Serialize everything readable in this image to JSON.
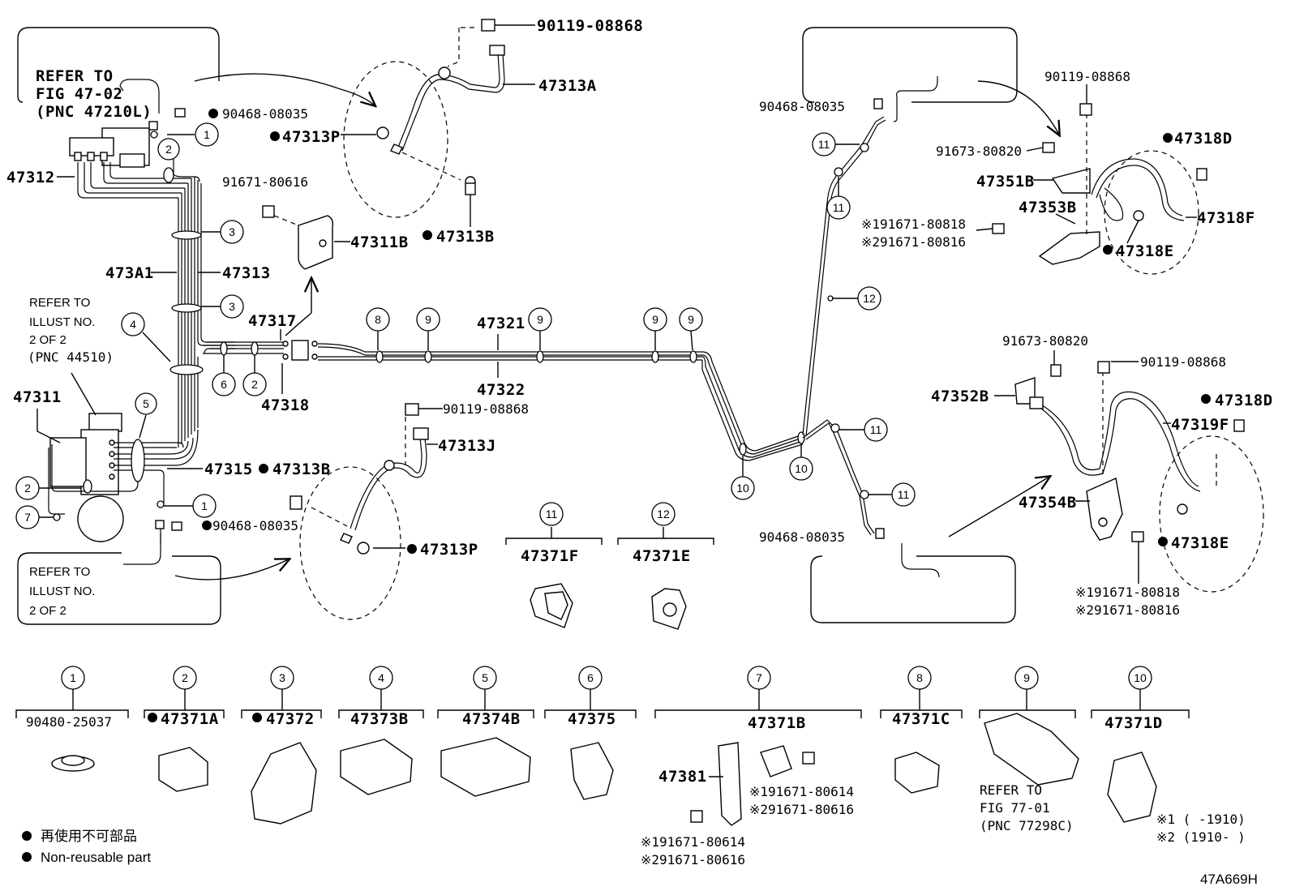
{
  "diagram_id": "47A669H",
  "refs": {
    "fig_47_02": [
      "REFER TO",
      "FIG 47-02",
      "(PNC 47210L)"
    ],
    "illust_44510": [
      "REFER TO",
      "ILLUST NO.",
      "2 OF 2",
      "(PNC 44510)"
    ],
    "illust_2of2": [
      "REFER TO",
      "ILLUST NO.",
      "2 OF 2"
    ],
    "fig_77_01": [
      "REFER TO",
      "FIG 77-01",
      "(PNC 77298C)"
    ]
  },
  "parts": {
    "p47312": "47312",
    "p90468_a": "90468-08035",
    "p90468_b": "90468-08035",
    "p90468_c": "90468-08035",
    "p90468_d": "90468-08035",
    "p90119_a": "90119-08868",
    "p90119_b": "90119-08868",
    "p90119_c": "90119-08868",
    "p90119_d": "90119-08868",
    "p47313A": "47313A",
    "p47313P_a": "47313P",
    "p47313P_b": "47313P",
    "p47313B_a": "47313B",
    "p47313B_b": "47313B",
    "p91671_80616": "91671-80616",
    "p47311B": "47311B",
    "p473A1": "473A1",
    "p47313": "47313",
    "p47317": "47317",
    "p47318": "47318",
    "p47321": "47321",
    "p47322": "47322",
    "p47311": "47311",
    "p47315": "47315",
    "p47313J": "47313J",
    "p47371F": "47371F",
    "p47371E": "47371E",
    "p91673_a": "91673-80820",
    "p91673_b": "91673-80820",
    "p47351B": "47351B",
    "p47353B": "47353B",
    "p47318D_a": "47318D",
    "p47318D_b": "47318D",
    "p47318F": "47318F",
    "p47318E_a": "47318E",
    "p47318E_b": "47318E",
    "p47352B": "47352B",
    "p47319F": "47319F",
    "p47354B": "47354B",
    "p90480": "90480-25037",
    "p47371A": "47371A",
    "p47372": "47372",
    "p47373B": "47373B",
    "p47374B": "47374B",
    "p47375": "47375",
    "p47371B": "47371B",
    "p47381": "47381",
    "p47371C": "47371C",
    "p47371D": "47371D"
  },
  "variant_labels": {
    "a1": "※191671-80818",
    "a2": "※291671-80816",
    "b1": "※191671-80818",
    "b2": "※291671-80816",
    "c1": "※191671-80614",
    "c2": "※291671-80616",
    "d1": "※191671-80614",
    "d2": "※291671-80616"
  },
  "callout_numbers": {
    "n1": "1",
    "n2": "2",
    "n3": "3",
    "n4": "4",
    "n5": "5",
    "n6": "6",
    "n7": "7",
    "n8": "8",
    "n9": "9",
    "n10": "10",
    "n11": "11",
    "n12": "12"
  },
  "legend": {
    "jp": "再使用不可部品",
    "en": "Non-reusable part",
    "date1": "※1 (      -1910)",
    "date2": "※2 (1910-      )"
  }
}
